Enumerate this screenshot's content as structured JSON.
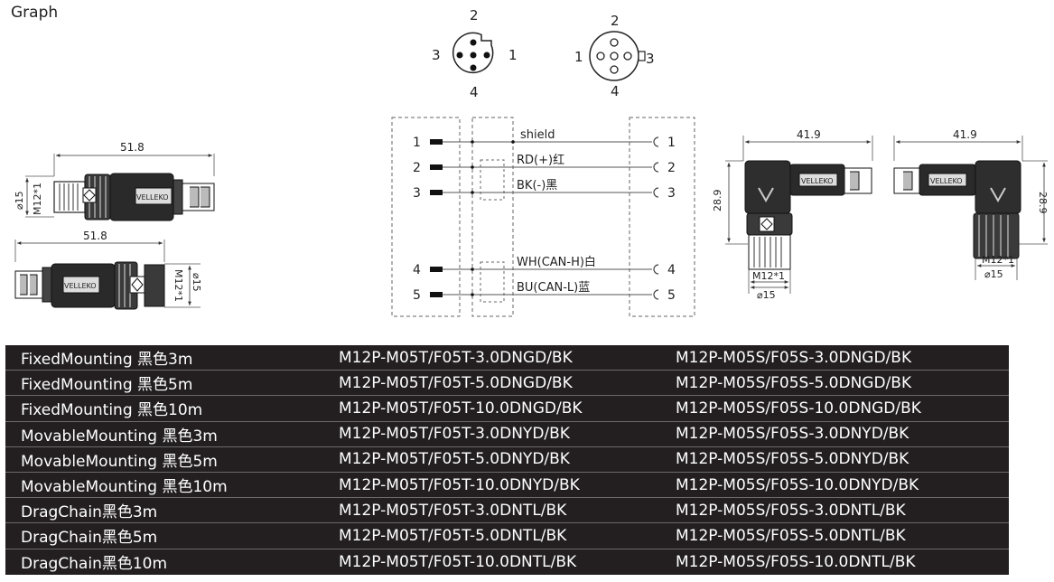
{
  "title": "Graph",
  "pin_diagram": {
    "male": {
      "top": "2",
      "left": "3",
      "right": "1",
      "bottom": "4"
    },
    "female": {
      "top": "2",
      "left": "1",
      "right": "3",
      "bottom": "4"
    }
  },
  "wiring": {
    "left_pins": [
      "1",
      "2",
      "3",
      "4",
      "5"
    ],
    "right_pins": [
      "1",
      "2",
      "3",
      "4",
      "5"
    ],
    "wire_labels": [
      "shield",
      "RD(+)红",
      "BK(-)黑",
      "WH(CAN-H)白",
      "BU(CAN-L)蓝"
    ]
  },
  "dimensions": {
    "straight_length": "51.8",
    "straight_diameter": "⌀15",
    "thread": "M12*1",
    "angled_length": "41.9",
    "angled_height": "28.9",
    "brand": "VELLEKO"
  },
  "table": [
    {
      "desc": "FixedMounting   黑色3m",
      "male": "M12P-M05T/F05T-3.0DNGD/BK",
      "female": "M12P-M05S/F05S-3.0DNGD/BK"
    },
    {
      "desc": "FixedMounting   黑色5m",
      "male": "M12P-M05T/F05T-5.0DNGD/BK",
      "female": "M12P-M05S/F05S-5.0DNGD/BK"
    },
    {
      "desc": "FixedMounting   黑色10m",
      "male": "M12P-M05T/F05T-10.0DNGD/BK",
      "female": "M12P-M05S/F05S-10.0DNGD/BK"
    },
    {
      "desc": "MovableMounting   黑色3m",
      "male": "M12P-M05T/F05T-3.0DNYD/BK",
      "female": "M12P-M05S/F05S-3.0DNYD/BK"
    },
    {
      "desc": "MovableMounting   黑色5m",
      "male": "M12P-M05T/F05T-5.0DNYD/BK",
      "female": "M12P-M05S/F05S-5.0DNYD/BK"
    },
    {
      "desc": "MovableMounting   黑色10m",
      "male": "M12P-M05T/F05T-10.0DNYD/BK",
      "female": "M12P-M05S/F05S-10.0DNYD/BK"
    },
    {
      "desc": "DragChain黑色3m",
      "male": "M12P-M05T/F05T-3.0DNTL/BK",
      "female": "M12P-M05S/F05S-3.0DNTL/BK"
    },
    {
      "desc": "DragChain黑色5m",
      "male": "M12P-M05T/F05T-5.0DNTL/BK",
      "female": "M12P-M05S/F05S-5.0DNTL/BK"
    },
    {
      "desc": "DragChain黑色10m",
      "male": "M12P-M05T/F05T-10.0DNTL/BK",
      "female": "M12P-M05S/F05S-10.0DNTL/BK"
    }
  ]
}
